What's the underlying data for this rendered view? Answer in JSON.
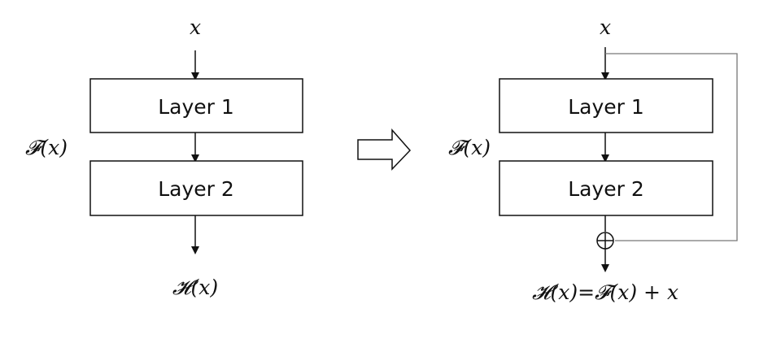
{
  "left": {
    "input_label": "x",
    "layer1_label": "Layer 1",
    "layer2_label": "Layer 2",
    "function_label": "𝓕(x)",
    "output_label": "𝓗(x)"
  },
  "right": {
    "input_label": "x",
    "layer1_label": "Layer 1",
    "layer2_label": "Layer 2",
    "function_label": "𝓕(x)",
    "output_label": "𝓗(x)=𝓕(x) + x"
  },
  "colors": {
    "stroke": "#111111",
    "skip_line": "#777777",
    "background": "#ffffff"
  },
  "icons": {
    "transition": "hollow-right-arrow-icon",
    "add": "circled-plus-icon"
  }
}
